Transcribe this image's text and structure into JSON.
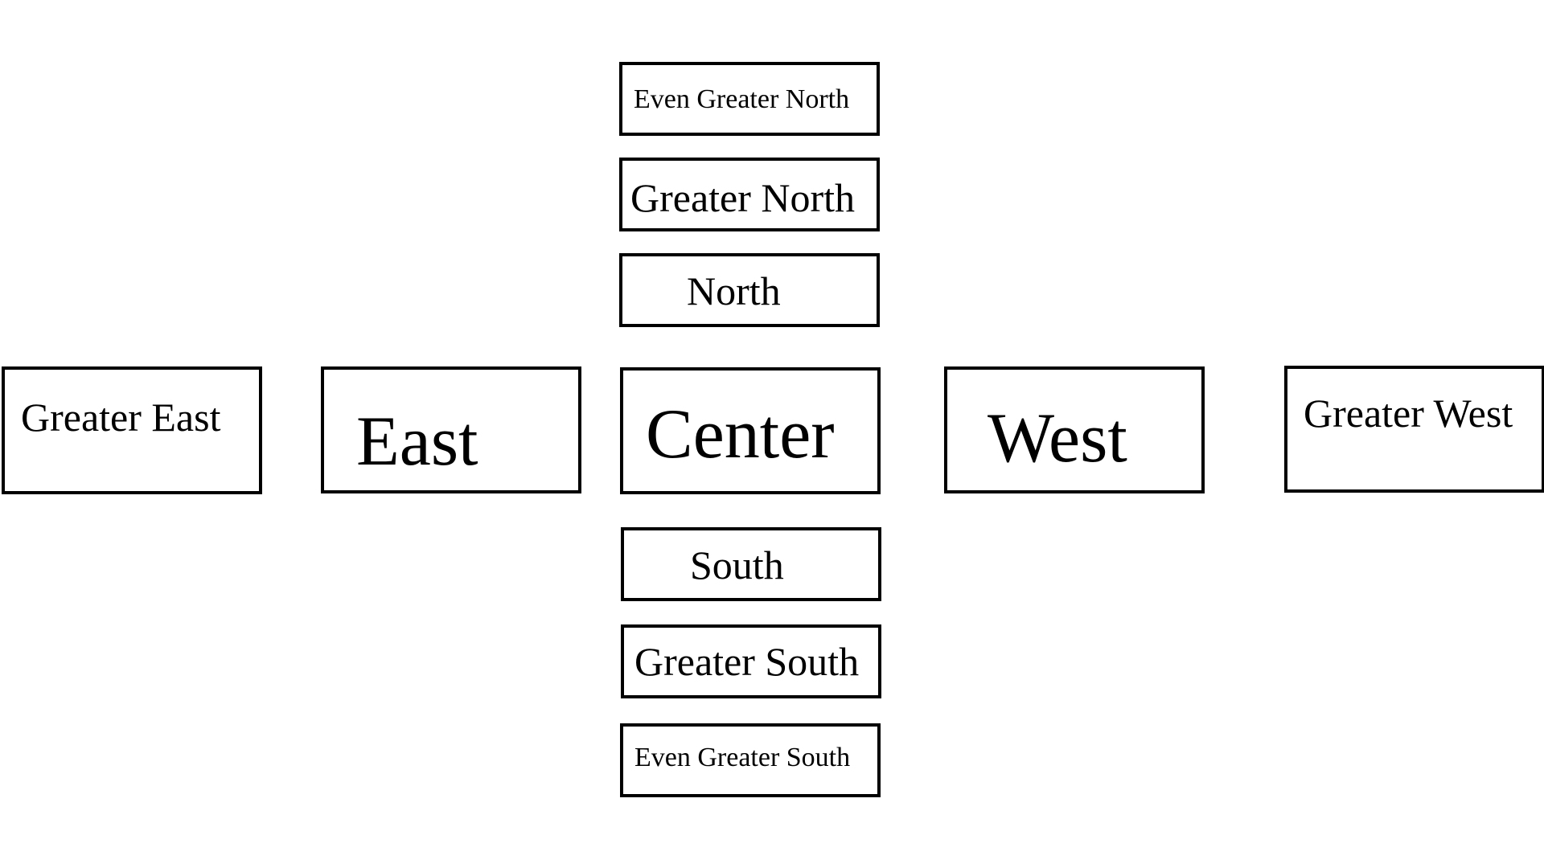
{
  "boxes": {
    "even_greater_north": "Even Greater North",
    "greater_north": "Greater North",
    "north": "North",
    "center": "Center",
    "south": "South",
    "greater_south": "Greater South",
    "even_greater_south": "Even Greater South",
    "greater_east": "Greater East",
    "east": "East",
    "west": "West",
    "greater_west": "Greater West"
  },
  "colors": {
    "background": "#ffffff",
    "border": "#000000",
    "text": "#000000"
  }
}
